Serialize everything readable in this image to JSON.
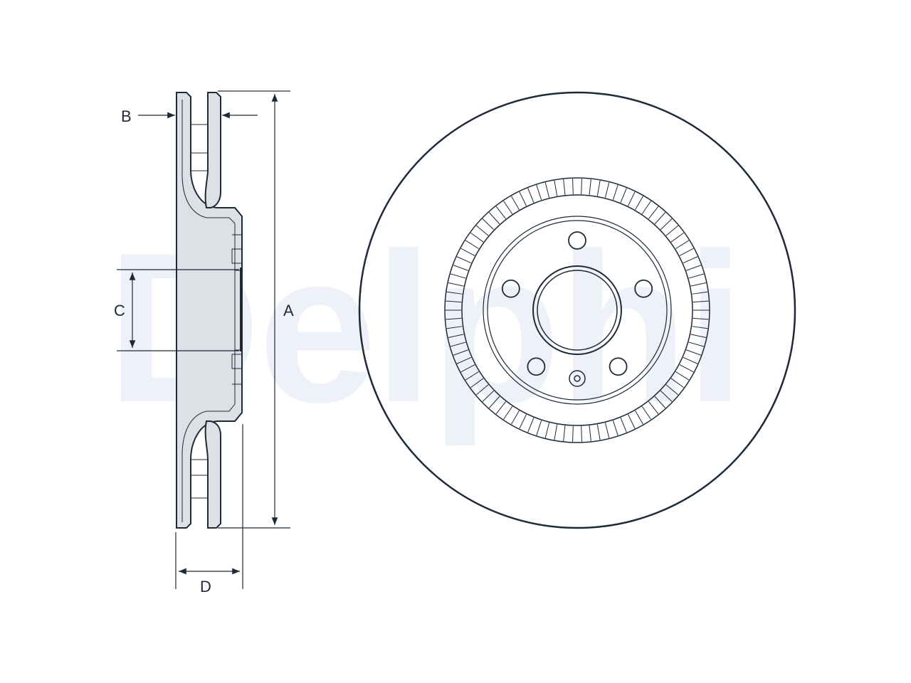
{
  "watermark": {
    "text": "Delphi",
    "color": "#eef1f8"
  },
  "colors": {
    "line": "#1e2a38",
    "part_fill": "#dde0e4",
    "background": "#ffffff"
  },
  "labels": {
    "a": "A",
    "b": "B",
    "c": "C",
    "d": "D"
  },
  "front_view": {
    "bolt_holes": 5,
    "cooling_vents": 90
  }
}
